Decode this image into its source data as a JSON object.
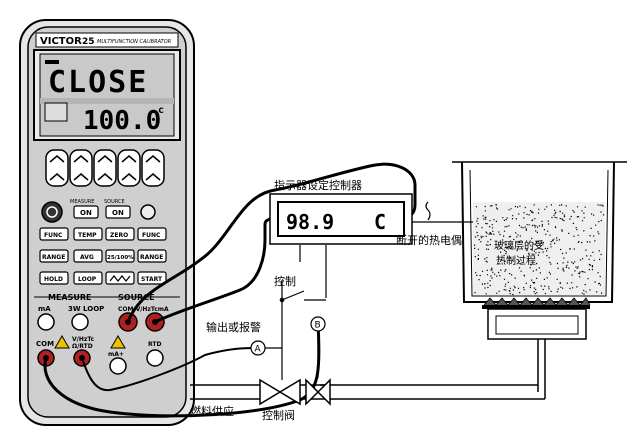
{
  "meter": {
    "brand": "VICTOR",
    "model": "25",
    "subtitle": "MULTIFUNCTION CALIBRATOR",
    "display_top": "CLOSE",
    "display_bottom": "100.0",
    "display_unit": "c",
    "labels": {
      "measure": "MEASURE",
      "source": "SOURCE",
      "on": "ON",
      "func": "FUNC",
      "temp": "TEMP",
      "zero": "ZERO",
      "range": "RANGE",
      "avg": "AVG",
      "step": "25/100%",
      "hold": "HOLD",
      "loop": "LOOP",
      "start": "START",
      "ma": "mA",
      "loop3w": "3W LOOP",
      "hz": "COM V/HzTcmA",
      "com": "COM",
      "vhz": "V/HzTc",
      "rtd": "Ω/RTD",
      "ma_plus": "mA+",
      "rtd2": "RTD",
      "measure_section": "MEASURE",
      "source_section": "SOURCE",
      "v_hz": "V/Hz"
    }
  },
  "indicator": {
    "label": "指示器设定控制器",
    "value": "98.9",
    "unit": "C"
  },
  "labels": {
    "thermocouple": "断开的热电偶",
    "furnace": "玻璃层的受热制过程",
    "control": "控制",
    "output_alarm": "输出或报警",
    "fuel": "燃料供应",
    "valve": "控制阀",
    "point_a": "A",
    "point_b": "B"
  },
  "colors": {
    "stroke": "#000000",
    "meter_body": "#d8d8d8",
    "lcd_bg": "#c8c8c8",
    "jack_red": "#b02020",
    "warn": "#f0c000"
  }
}
